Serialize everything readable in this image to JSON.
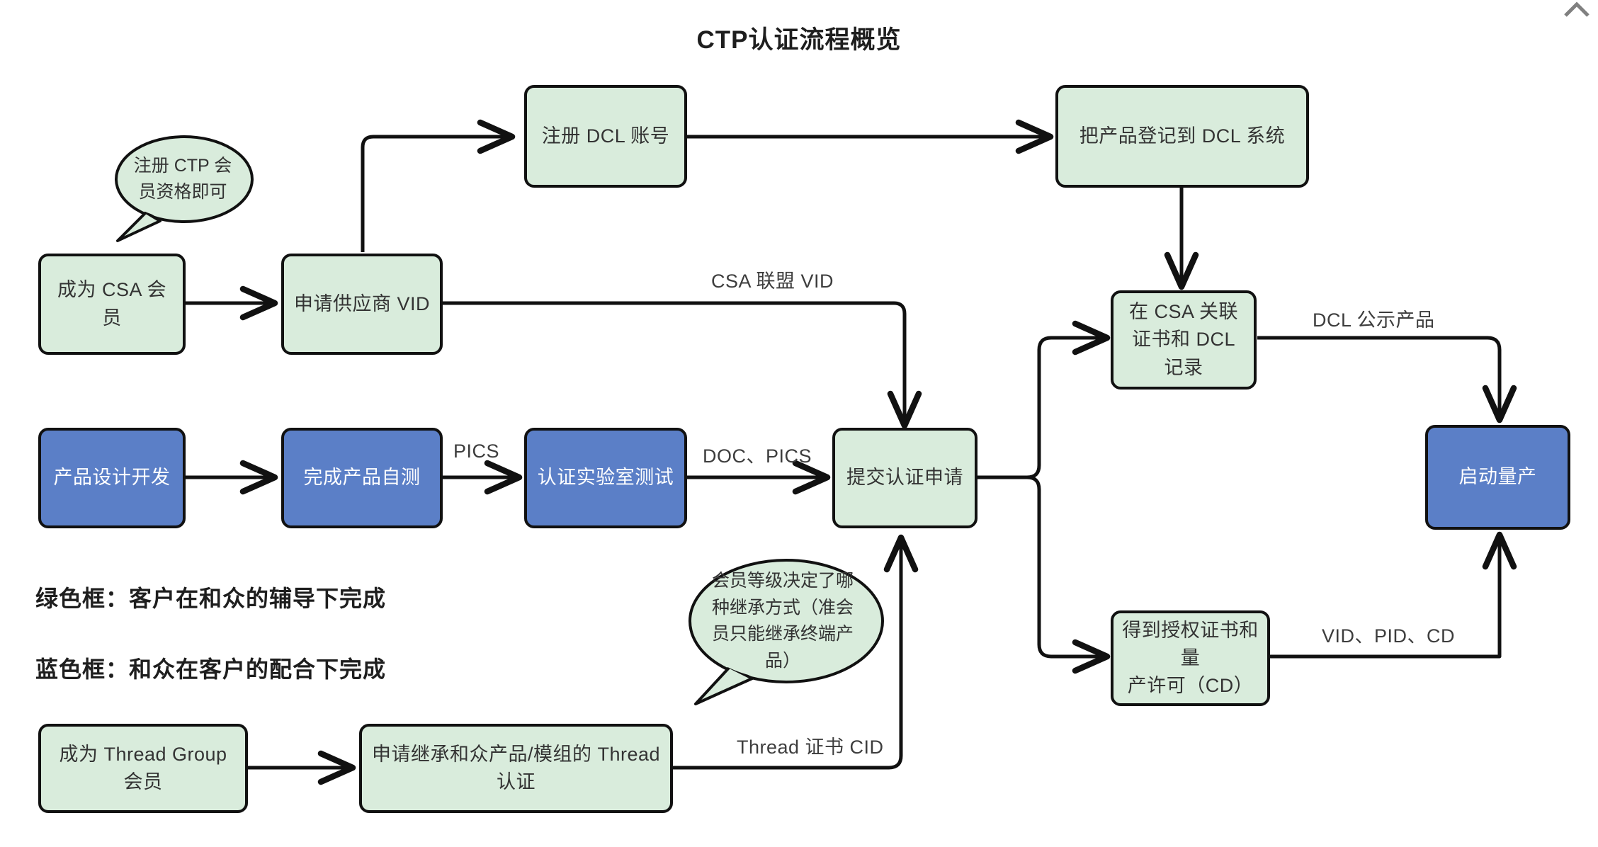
{
  "title": "CTP认证流程概览",
  "window": {
    "close_icon": "close-icon"
  },
  "colors": {
    "green_fill": "#d9ecdc",
    "blue_fill": "#5b7fc7",
    "stroke": "#111111",
    "text_dark": "#333333",
    "text_light": "#ffffff"
  },
  "nodes": {
    "register_dcl_account": "注册 DCL 账号",
    "register_product_dcl": "把产品登记到 DCL 系统",
    "become_csa_member": "成为 CSA 会员",
    "apply_vendor_vid": "申请供应商 VID",
    "link_cert_dcl": "在 CSA 关联\n证书和 DCL 记录",
    "product_design": "产品设计开发",
    "self_test": "完成产品自测",
    "lab_test": "认证实验室测试",
    "submit_application": "提交认证申请",
    "start_mass_production": "启动量产",
    "get_cert_cd": "得到授权证书和量\n产许可（CD）",
    "become_thread_member": "成为 Thread Group 会员",
    "apply_thread_cert": "申请继承和众产品/模组的 Thread 认证"
  },
  "edge_labels": {
    "csa_alliance_vid": "CSA 联盟 VID",
    "dcl_public_product": "DCL 公示产品",
    "pics": "PICS",
    "doc_pics": "DOC、PICS",
    "vid_pid_cd": "VID、PID、CD",
    "thread_cert_cid": "Thread 证书 CID"
  },
  "callouts": {
    "ctp_membership": "注册 CTP 会\n员资格即可",
    "membership_level": "会员等级决定了哪\n种继承方式（准会\n员只能继承终端产\n品）"
  },
  "legend": {
    "green": "绿色框：客户在和众的辅导下完成",
    "blue": "蓝色框：和众在客户的配合下完成"
  }
}
